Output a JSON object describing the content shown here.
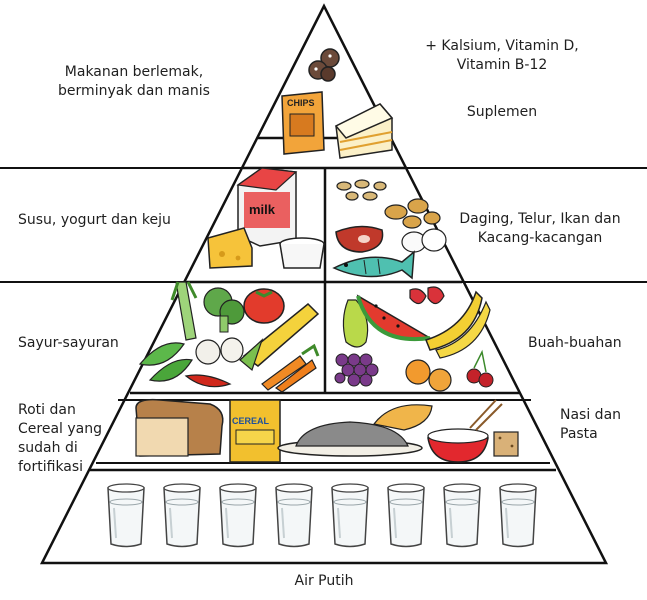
{
  "pyramid": {
    "top_left": [
      "Makanan berlemak,",
      "berminyak dan manis"
    ],
    "top_right": [
      "+ Kalsium, Vitamin D,",
      "Vitamin B-12"
    ],
    "top_right_extra": "Suplemen",
    "dairy": "Susu, yogurt dan keju",
    "protein": [
      "Daging, Telur, Ikan dan",
      "Kacang-kacangan"
    ],
    "vegetables": "Sayur-sayuran",
    "fruits": "Buah-buahan",
    "grains_left": [
      "Roti dan",
      "Cereal yang",
      "sudah di",
      "fortifikasi"
    ],
    "grains_right": [
      "Nasi dan",
      "Pasta"
    ],
    "water": "Air Putih"
  },
  "food_labels": {
    "chips": "CHIPS",
    "milk": "milk",
    "cereal": "CEREAL"
  },
  "glass_count": 8
}
